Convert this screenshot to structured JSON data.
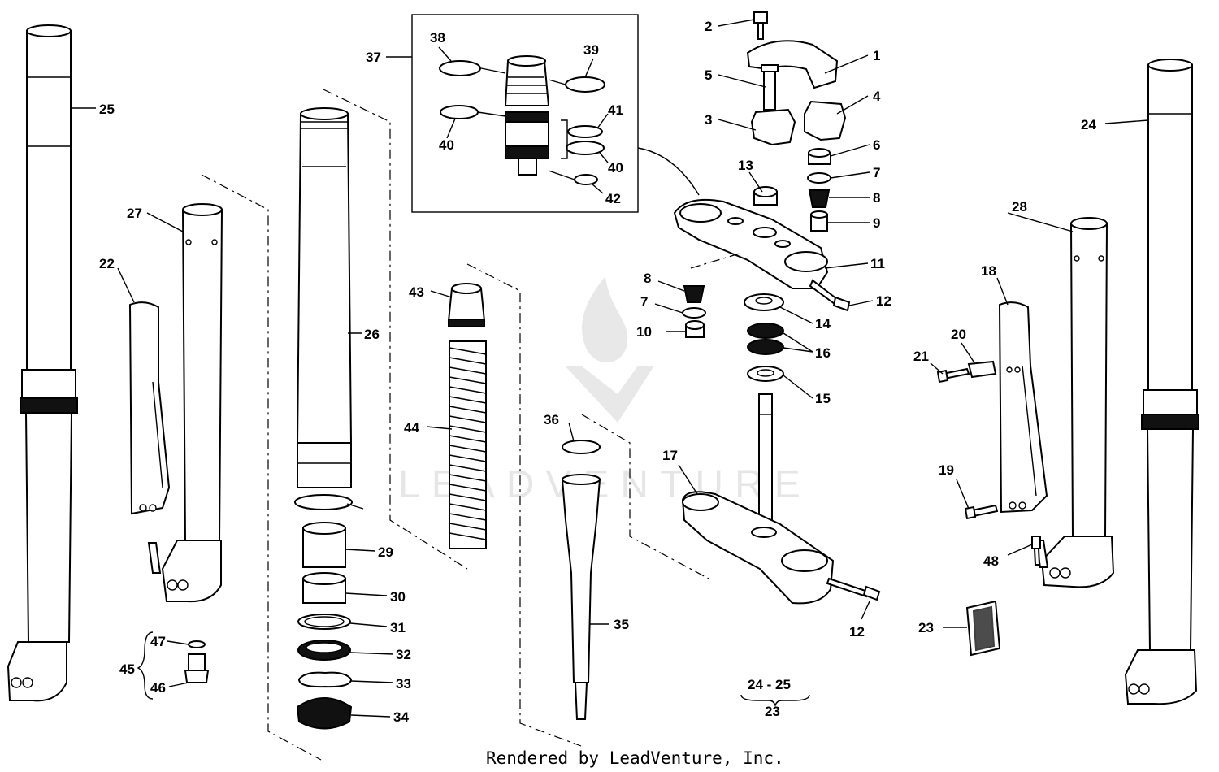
{
  "footer": "Rendered by LeadVenture, Inc.",
  "watermark": "LEADVENTURE",
  "callouts": {
    "c1": "1",
    "c2": "2",
    "c3": "3",
    "c4": "4",
    "c5": "5",
    "c6": "6",
    "c7a": "7",
    "c7b": "7",
    "c8a": "8",
    "c8b": "8",
    "c9": "9",
    "c10": "10",
    "c11": "11",
    "c12a": "12",
    "c12b": "12",
    "c13": "13",
    "c14": "14",
    "c15": "15",
    "c16": "16",
    "c17": "17",
    "c18": "18",
    "c19": "19",
    "c20": "20",
    "c21": "21",
    "c22": "22",
    "c23": "23",
    "c24": "24",
    "c25": "25",
    "c26": "26",
    "c27": "27",
    "c28": "28",
    "c29": "29",
    "c30": "30",
    "c31": "31",
    "c32": "32",
    "c33": "33",
    "c34": "34",
    "c35": "35",
    "c36": "36",
    "c37": "37",
    "c38": "38",
    "c39": "39",
    "c40a": "40",
    "c40b": "40",
    "c41": "41",
    "c42": "42",
    "c43": "43",
    "c44": "44",
    "c45": "45",
    "c46": "46",
    "c47": "47",
    "c48": "48",
    "note_top": "24 - 25",
    "note_bottom": "23"
  }
}
